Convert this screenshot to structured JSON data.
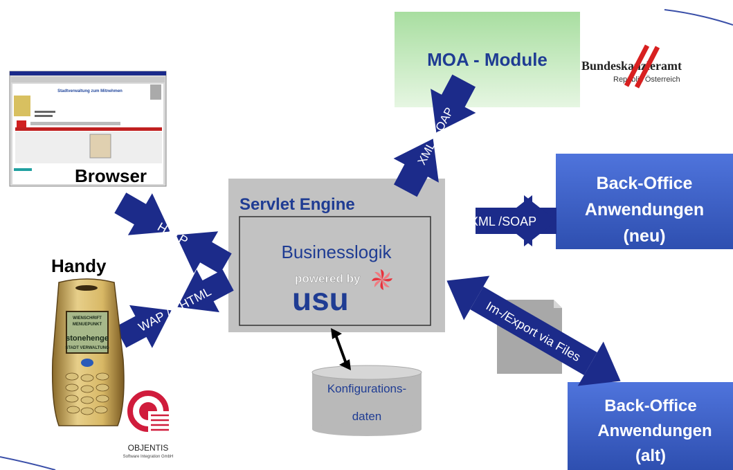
{
  "browser": {
    "label": "Browser",
    "screen_title": "Stadtverwaltung zum Mitnehmen"
  },
  "handy": {
    "label": "Handy",
    "screen_lines": [
      "WIENSCHRIFT",
      "MENUEPUNKT",
      "stonehenge",
      "STADT VERWALTUNG"
    ]
  },
  "objentis": {
    "name": "OBJENTIS",
    "tagline": "Software Integration GmbH"
  },
  "servlet": {
    "title": "Servlet Engine",
    "inner_title": "Businesslogik",
    "powered_by": "powered by",
    "usu": "usu"
  },
  "moa": {
    "title": "MOA - Module"
  },
  "bka": {
    "line1": "Bundeskanzleramt",
    "line2": "Republik Österreich"
  },
  "backoffice_new": {
    "lines": [
      "Back-Office",
      "Anwendungen",
      "(neu)"
    ]
  },
  "backoffice_old": {
    "lines": [
      "Back-Office",
      "Anwendungen",
      "(alt)"
    ]
  },
  "config_db": {
    "lines": [
      "Konfigurations-",
      "daten"
    ]
  },
  "arrows": {
    "http": "HTTP",
    "wap": "WAP / XHTML",
    "xml_moa": "XML /SOAP",
    "xml_backoffice": "XML /SOAP",
    "import_export": "Im-/Export via Files"
  },
  "colors": {
    "arrow": "#1c2b8a",
    "box_blue": "#3d63cc",
    "moa_green": "#b9e5b0",
    "servlet_gray": "#c2c2c2",
    "heading_blue": "#1f3c93"
  }
}
